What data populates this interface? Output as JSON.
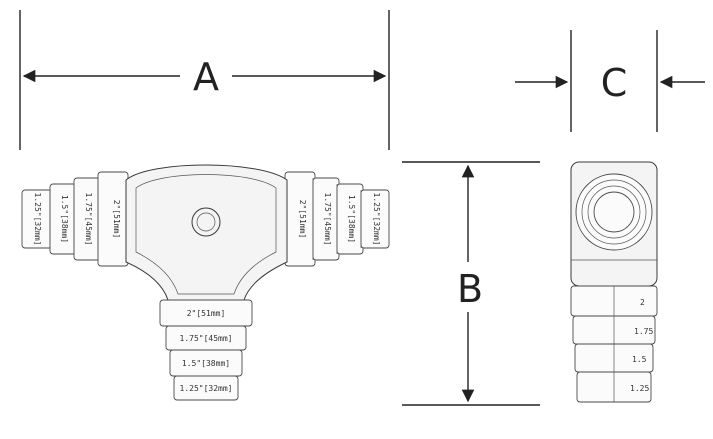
{
  "dimensions": {
    "a": "A",
    "b": "B",
    "c": "C"
  },
  "left_branch_labels": [
    "1.25\"[32mm]",
    "1.5\"[38mm]",
    "1.75\"[45mm]",
    "2\"[51mm]"
  ],
  "right_branch_labels": [
    "2\"[51mm]",
    "1.75\"[45mm]",
    "1.5\"[38mm]",
    "1.25\"[32mm]"
  ],
  "bottom_branch_labels": [
    "2\"[51mm]",
    "1.75\"[45mm]",
    "1.5\"[38mm]",
    "1.25\"[32mm]"
  ],
  "side_view_labels": [
    "2",
    "1.75",
    "1.5",
    "1.25"
  ],
  "colors": {
    "line": "#222222",
    "part_fill": "#f4f4f4",
    "part_stroke": "#3a3a3a"
  }
}
